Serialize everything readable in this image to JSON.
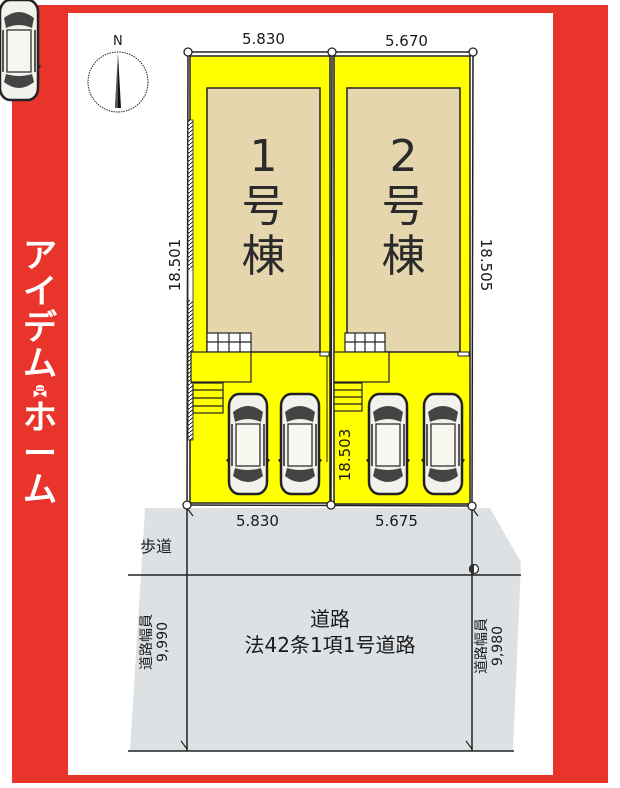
{
  "brand": {
    "logo_chars": [
      "ア",
      "イ",
      "デ",
      "ム",
      "ホ",
      "ー",
      "ム"
    ],
    "logo_text": "アイテムホーム",
    "frame_color": "#e8342a"
  },
  "compass": {
    "label": "N",
    "icon": "north-arrow-icon"
  },
  "colors": {
    "lot_fill": "#ffff00",
    "building_fill": "#e6d6ae",
    "road_fill": "#dde1e4",
    "outline": "#222222"
  },
  "lots": [
    {
      "building_number": "1",
      "building_label_1": "号",
      "building_label_2": "棟",
      "frontage_top": "5.830",
      "frontage_bottom": "5.830",
      "depth": "18.501",
      "parking_spaces": 2
    },
    {
      "building_number": "2",
      "building_label_1": "号",
      "building_label_2": "棟",
      "frontage_top": "5.670",
      "frontage_bottom": "5.675",
      "depth_right": "18.505",
      "depth_divider": "18.503",
      "parking_spaces": 2
    }
  ],
  "sidewalk": {
    "label": "歩道"
  },
  "road": {
    "label_line1": "道路",
    "label_line2": "法42条1項1号道路",
    "width_left_label": "道路幅員",
    "width_left_value": "9,990",
    "width_right_label": "道路幅員",
    "width_right_value": "9,980"
  }
}
